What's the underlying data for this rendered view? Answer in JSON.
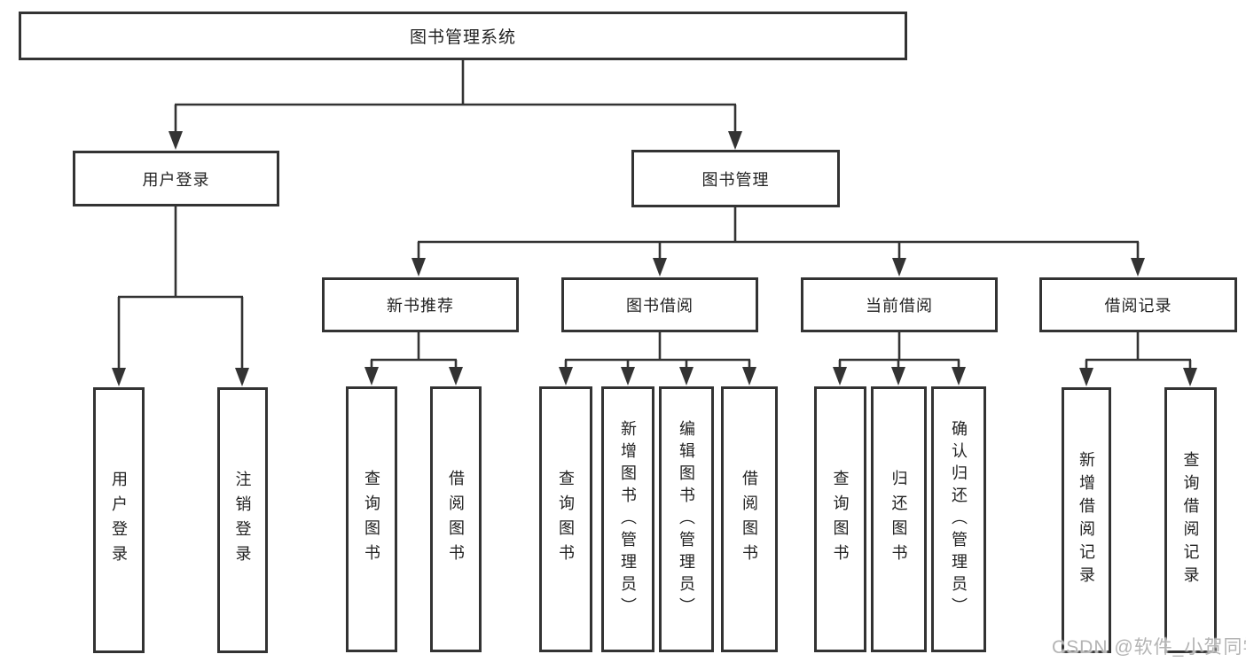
{
  "diagram": {
    "root": "图书管理系统",
    "branches": [
      {
        "label": "用户登录",
        "leaves": [
          "用户登录",
          "注销登录"
        ]
      },
      {
        "label": "图书管理",
        "sections": [
          {
            "label": "新书推荐",
            "leaves": [
              "查询图书",
              "借阅图书"
            ]
          },
          {
            "label": "图书借阅",
            "leaves": [
              "查询图书",
              "新增图书（管理员）",
              "编辑图书（管理员）",
              "借阅图书"
            ]
          },
          {
            "label": "当前借阅",
            "leaves": [
              "查询图书",
              "归还图书",
              "确认归还（管理员）"
            ]
          },
          {
            "label": "借阅记录",
            "leaves": [
              "新增借阅记录",
              "查询借阅记录"
            ]
          }
        ]
      }
    ]
  },
  "colors": {
    "line": "#333333",
    "box_border": "#333333",
    "box_fill": "#ffffff",
    "text": "#222222",
    "watermark": "#b4b4b4"
  },
  "watermark": {
    "text": "CSDN @软件_小贺同学"
  }
}
